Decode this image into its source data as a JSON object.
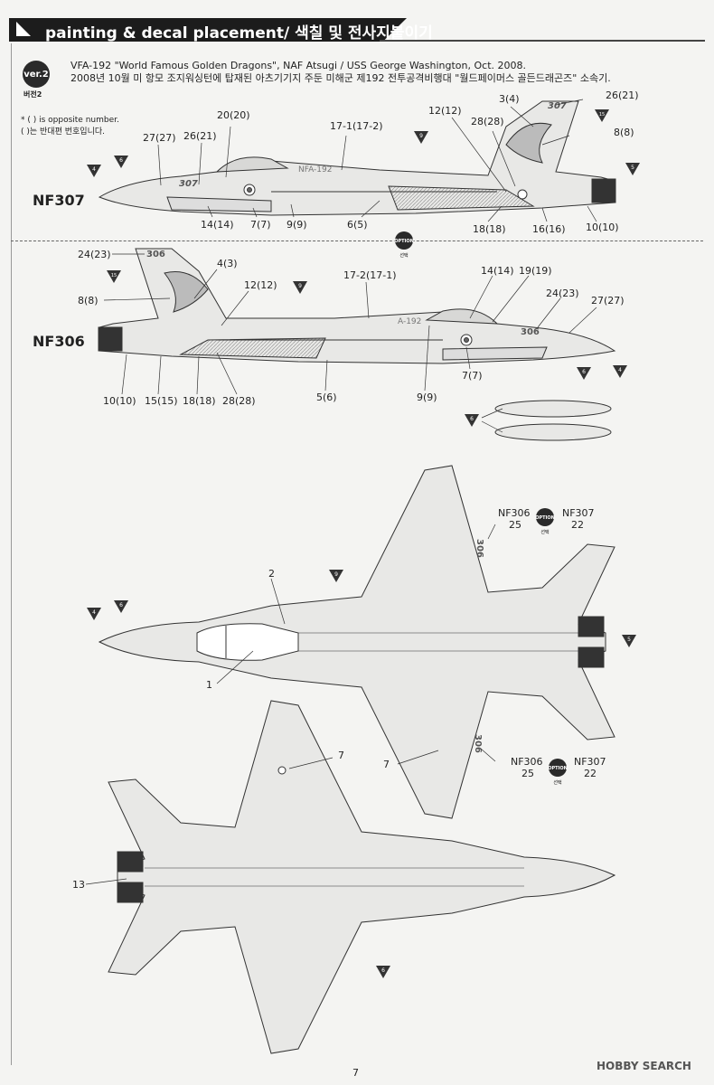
{
  "header": {
    "title": "painting & decal placement/ 색칠 및 전사지붙이기"
  },
  "version": {
    "badge": "ver.2",
    "sub": "버전2"
  },
  "info": {
    "line1": "VFA-192 \"World Famous Golden Dragons\", NAF Atsugi / USS George Washington, Oct. 2008.",
    "line2": "2008년 10월 미 항모 조지워싱턴에 탑재된 아츠기기지 주둔 미해군 제192 전투공격비행대 \"월드페이머스 골든드래곤즈\" 소속기."
  },
  "note": {
    "line1": "* ( ) is opposite number.",
    "line2": "( )는 반대편 번호입니다."
  },
  "aircraft": {
    "nf307": {
      "label": "NF307",
      "callouts": [
        "27(27)",
        "26(21)",
        "20(20)",
        "17-1(17-2)",
        "12(12)",
        "28(28)",
        "3(4)",
        "26(21)",
        "8(8)",
        "14(14)",
        "7(7)",
        "9(9)",
        "6(5)",
        "18(18)",
        "16(16)",
        "10(10)"
      ],
      "markings": {
        "modex": "307",
        "tail": "307",
        "sq": "NFA-192"
      }
    },
    "nf306": {
      "label": "NF306",
      "callouts": [
        "24(23)",
        "4(3)",
        "8(8)",
        "12(12)",
        "17-2(17-1)",
        "14(14)",
        "19(19)",
        "24(23)",
        "27(27)",
        "10(10)",
        "15(15)",
        "18(18)",
        "28(28)",
        "5(6)",
        "9(9)",
        "7(7)"
      ],
      "markings": {
        "modex": "306",
        "tail": "306",
        "sq": "A-192"
      }
    },
    "top": {
      "callouts": [
        "2",
        "1",
        "7",
        "13"
      ],
      "wing_top": {
        "l1": "NF306",
        "n1": "25",
        "l2": "NF307",
        "n2": "22"
      },
      "wing_bottom": {
        "l1": "NF306",
        "n1": "25",
        "l2": "NF307",
        "n2": "22"
      },
      "wing_marks": [
        "306",
        "306"
      ]
    }
  },
  "markers": {
    "m4": "4",
    "m6": "6",
    "m9": "9",
    "m5": "5",
    "m15": "15"
  },
  "option": {
    "label": "OPTION",
    "sub": "선택"
  },
  "footer": {
    "page": "7",
    "watermark": "HOBBY SEARCH"
  }
}
